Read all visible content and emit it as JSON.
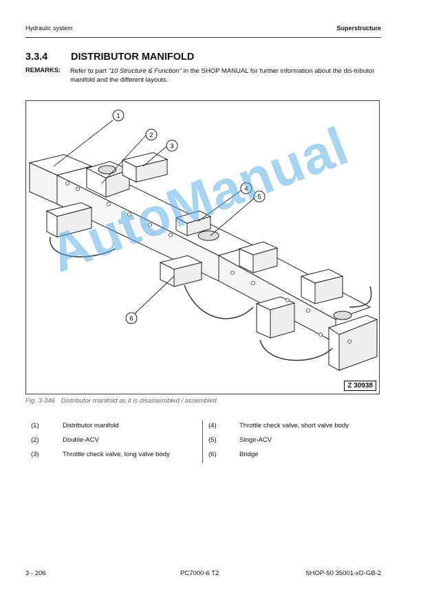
{
  "header": {
    "left": "Hydraulic system",
    "right": "Superstructure"
  },
  "section": {
    "number": "3.3.4",
    "title": "DISTRIBUTOR MANIFOLD"
  },
  "remarks": {
    "label": "REMARKS:",
    "text_before": "Refer to part ",
    "reference": "\"10 Structure & Function\"",
    "text_after": " in the SHOP MANUAL for further information about the dis-tributor manifold and the different layouts."
  },
  "figure": {
    "id": "Z 30938",
    "callouts": [
      "1",
      "2",
      "3",
      "4",
      "5",
      "6"
    ],
    "watermark": "AutoManual"
  },
  "caption": {
    "label": "Fig. 3-346",
    "text": "Distributor manifold as it is disassembled / assembled"
  },
  "legend": [
    {
      "num": "(1)",
      "label": "Distributor manifold"
    },
    {
      "num": "(2)",
      "label": "Double-ACV"
    },
    {
      "num": "(3)",
      "label": "Throttle check valve, long valve body"
    },
    {
      "num": "(4)",
      "label": "Throttle check valve, short valve body"
    },
    {
      "num": "(5)",
      "label": "Singe-ACV"
    },
    {
      "num": "(6)",
      "label": "Bridge"
    }
  ],
  "footer": {
    "left": "3  - 206",
    "center": "PC7000-6 T2",
    "right": "SHOP-50 35001-xD-GB-2"
  }
}
